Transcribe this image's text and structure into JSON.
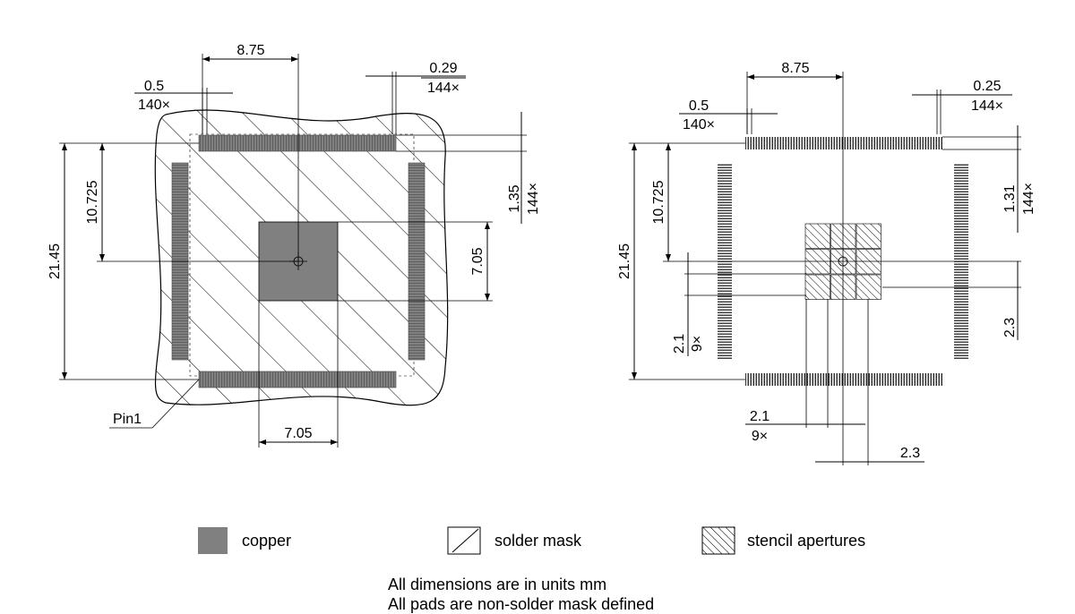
{
  "left_view": {
    "dim_pitch_x": "8.75",
    "dim_pad_width": "0.5",
    "dim_pad_width_count": "140×",
    "dim_mask_width": "0.29",
    "dim_mask_width_count": "144×",
    "dim_pitch_y": "10.725",
    "dim_total": "21.45",
    "dim_pad_length": "1.35",
    "dim_pad_length_count": "144×",
    "dim_ep_height": "7.05",
    "dim_ep_width": "7.05",
    "pin1_label": "Pin1"
  },
  "right_view": {
    "dim_pitch_x": "8.75",
    "dim_pad_width": "0.5",
    "dim_pad_width_count": "140×",
    "dim_stencil_width": "0.25",
    "dim_stencil_width_count": "144×",
    "dim_pitch_y": "10.725",
    "dim_total": "21.45",
    "dim_stencil_length": "1.31",
    "dim_stencil_length_count": "144×",
    "dim_aperture_y": "2.1",
    "dim_aperture_y_count": "9×",
    "dim_aperture_x": "2.1",
    "dim_aperture_x_count": "9×",
    "dim_gap_y": "2.3",
    "dim_gap_x": "2.3"
  },
  "legend": {
    "copper_label": "copper",
    "solder_mask_label": "solder mask",
    "stencil_label": "stencil apertures",
    "copper_color": "#808080"
  },
  "notes": {
    "line1": "All dimensions are in units mm",
    "line2": "All pads are non-solder mask defined"
  }
}
